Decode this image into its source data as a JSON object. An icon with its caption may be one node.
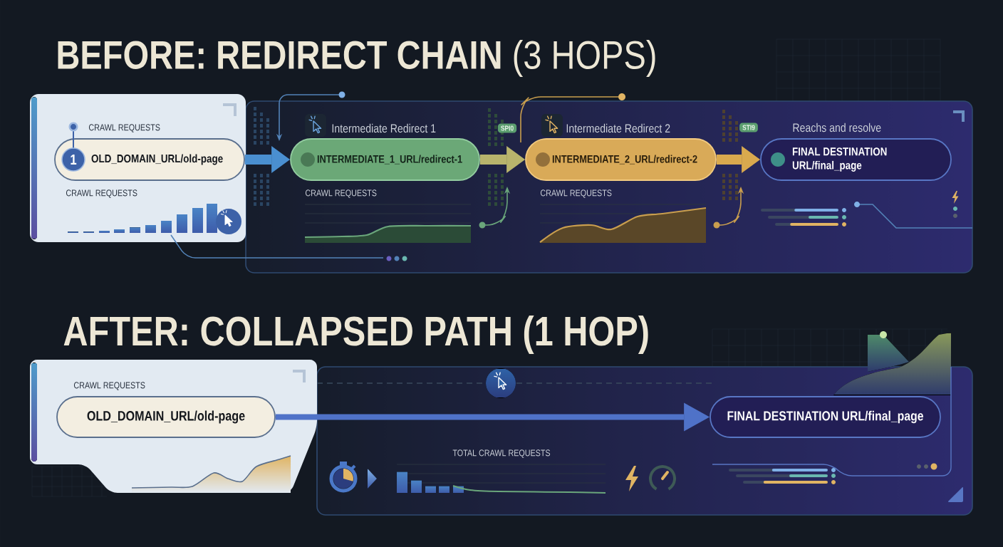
{
  "diagram": {
    "nodes": [
      {
        "text": [
          "CRAWL REQUESTS",
          "CRAWL REQUESTS"
        ]
      },
      {
        "text": [
          "OLD_DOMAIN_URL/old-page"
        ],
        "in": 0
      },
      {
        "text": [
          "1"
        ],
        "in": 1
      },
      {
        "text": [
          "Intermediate Redirect 1",
          "INTERMEDIATE_1_URL/redirect-1"
        ],
        "beside": [
          "CRAWL REQUESTS"
        ]
      },
      {
        "text": [
          "Intermediate Redirect 2",
          "INTERMEDIATE_2_URL/redirect-2"
        ],
        "beside": [
          "CRAWL REQUESTS"
        ]
      },
      {
        "text": [
          "Reachs and resolve",
          "FINAL DESTINATION URL/final_page"
        ]
      },
      {
        "text": [
          "CRAWL REQUESTS"
        ]
      },
      {
        "text": [
          "OLD_DOMAIN_URL/old-page"
        ],
        "in": 6
      },
      {
        "text": [
          "FINAL DESTINATION URL/final_page"
        ]
      }
    ],
    "edges": [
      {
        "from": 1,
        "to": 3,
        "arrow": "to",
        "color": "#4a8fd0"
      },
      {
        "from": 3,
        "to": 4,
        "arrow": "to",
        "color": "#b8b46c"
      },
      {
        "from": 4,
        "to": 5,
        "arrow": "to",
        "color": "#d9a94e"
      },
      {
        "from": 7,
        "to": 8,
        "arrow": "to",
        "color": "#4f72c8"
      }
    ],
    "labels": [
      "**BEFORE: REDIRECT CHAIN** (3 HOPS)",
      "SPI0",
      "STI9",
      "AFTER: COLLAPSED PATH (1 HOP)",
      "TOTAL CRAWL REQUESTS"
    ]
  }
}
